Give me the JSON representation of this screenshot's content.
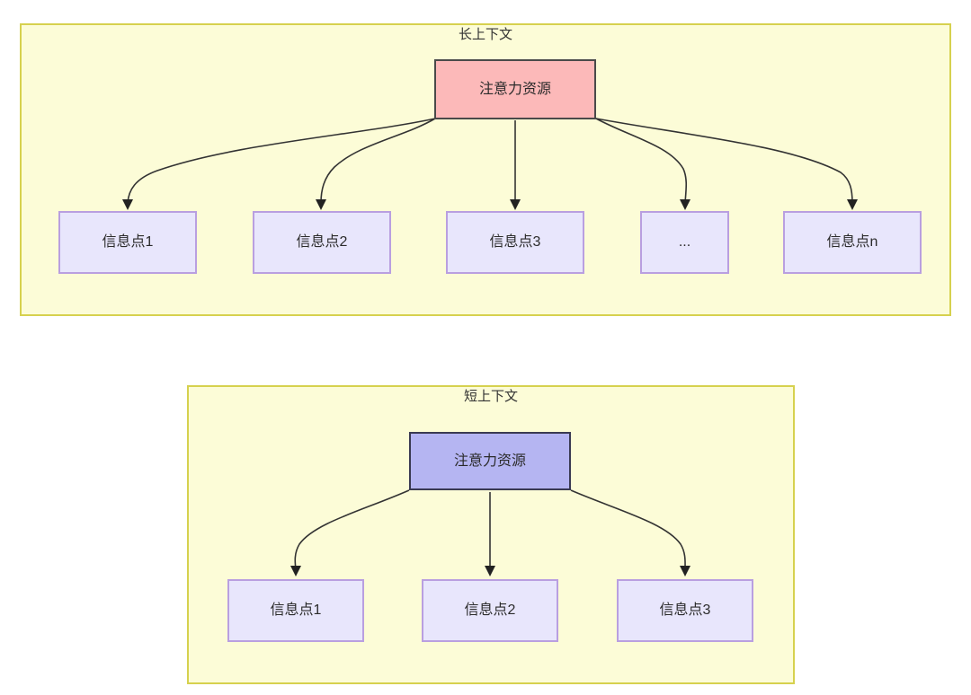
{
  "diagram": {
    "title_semantics": "attention-resource-allocation-long-vs-short-context",
    "colors": {
      "group_fill": "#fcfcd7",
      "group_border": "#d6d14e",
      "root_long_fill": "#fcb9b9",
      "root_long_border": "#4a4a4a",
      "root_short_fill": "#b5b5f2",
      "root_short_border": "#3a3a52",
      "leaf_fill": "#e8e6fc",
      "leaf_border": "#b99fe0",
      "edge_stroke": "#333333",
      "text": "#2b2b2b",
      "background": "#ffffff"
    },
    "groups": [
      {
        "id": "long-context",
        "title": "长上下文",
        "root": {
          "label": "注意力资源"
        },
        "leaves": [
          {
            "label": "信息点1"
          },
          {
            "label": "信息点2"
          },
          {
            "label": "信息点3"
          },
          {
            "label": "..."
          },
          {
            "label": "信息点n"
          }
        ]
      },
      {
        "id": "short-context",
        "title": "短上下文",
        "root": {
          "label": "注意力资源"
        },
        "leaves": [
          {
            "label": "信息点1"
          },
          {
            "label": "信息点2"
          },
          {
            "label": "信息点3"
          }
        ]
      }
    ]
  }
}
